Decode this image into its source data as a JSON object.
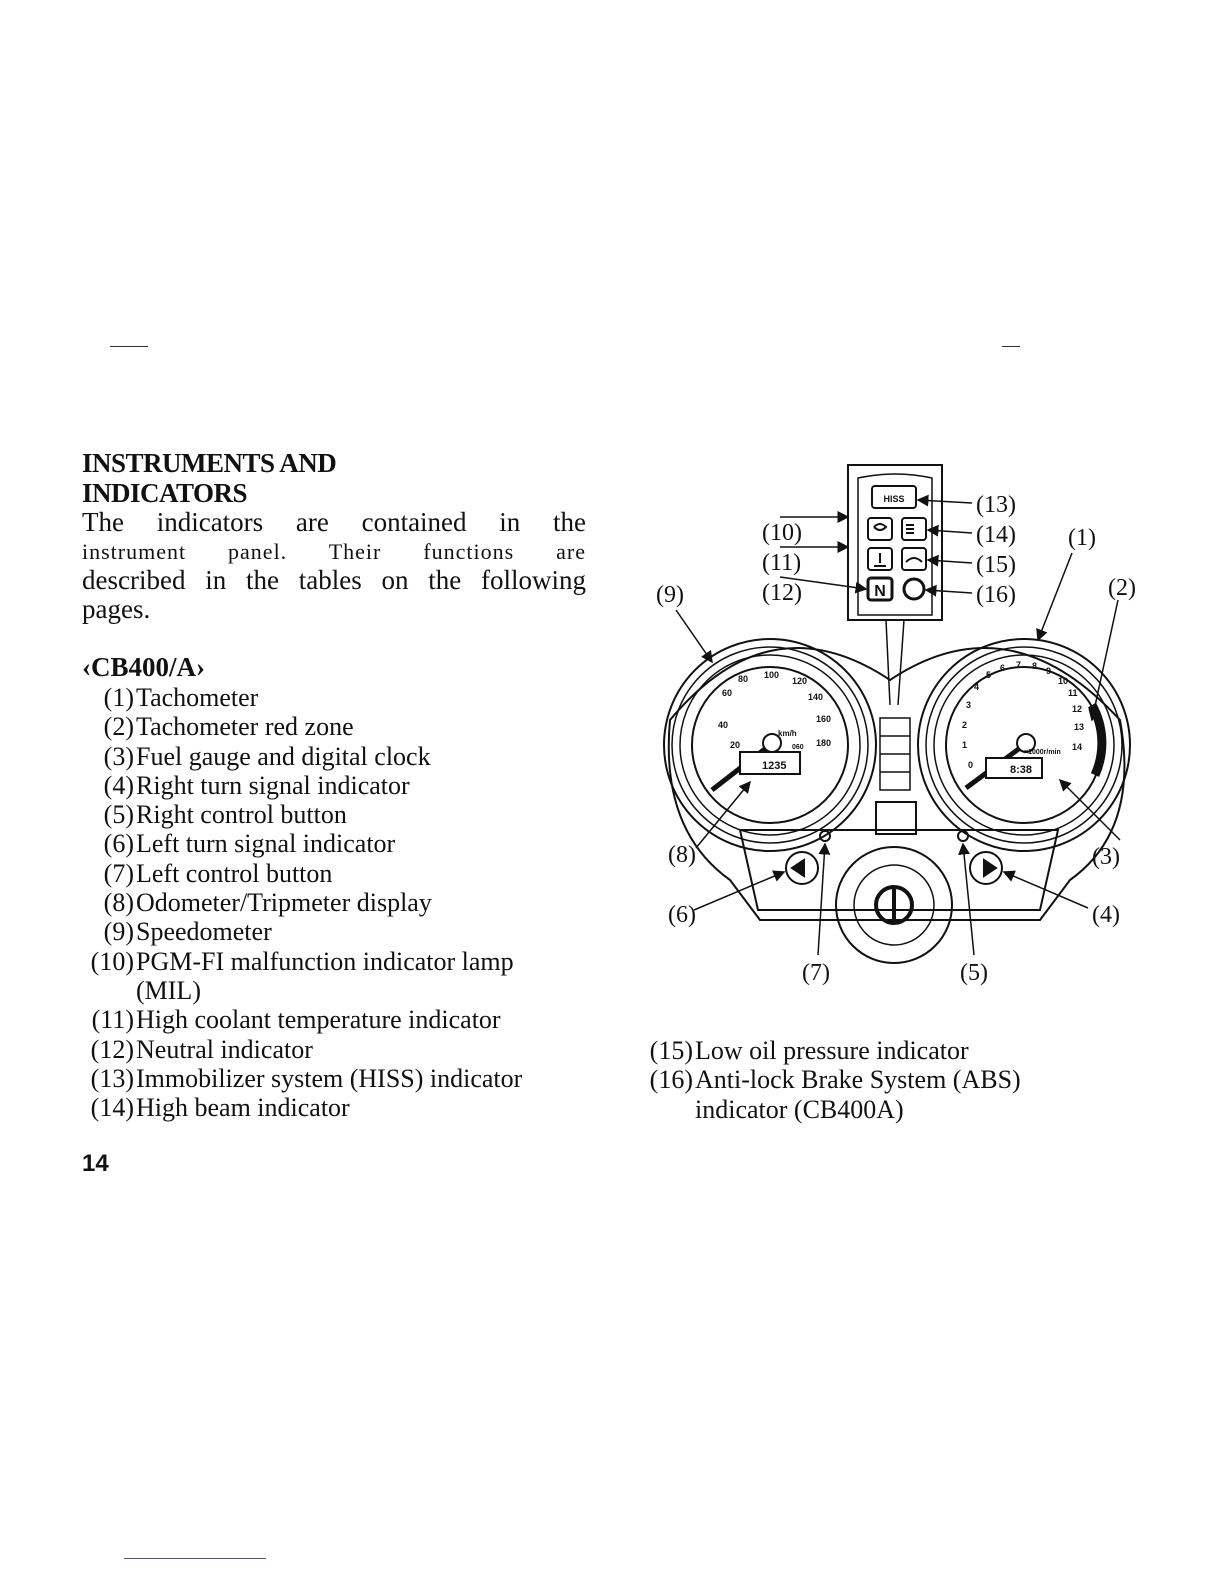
{
  "page": {
    "heading_line1": "INSTRUMENTS AND",
    "heading_line2": "INDICATORS",
    "intro_line1": "The indicators are contained in the",
    "intro_line2": "instrument panel. Their functions are",
    "intro_line3": "described in the tables on the following",
    "intro_line4": "pages.",
    "model": "‹CB400/A›",
    "page_number": "14"
  },
  "items": [
    {
      "num": "(1)",
      "text": "Tachometer"
    },
    {
      "num": "(2)",
      "text": "Tachometer red zone"
    },
    {
      "num": "(3)",
      "text": "Fuel gauge and digital clock"
    },
    {
      "num": "(4)",
      "text": "Right turn signal indicator"
    },
    {
      "num": "(5)",
      "text": "Right control button"
    },
    {
      "num": "(6)",
      "text": "Left turn signal indicator"
    },
    {
      "num": "(7)",
      "text": "Left control button"
    },
    {
      "num": "(8)",
      "text": "Odometer/Tripmeter display"
    },
    {
      "num": "(9)",
      "text": "Speedometer"
    },
    {
      "num": "(10)",
      "text": "PGM-FI malfunction indicator lamp"
    },
    {
      "num": "",
      "text": "(MIL)"
    },
    {
      "num": "(11)",
      "text": "High coolant temperature indicator"
    },
    {
      "num": "(12)",
      "text": "Neutral indicator"
    },
    {
      "num": "(13)",
      "text": "Immobilizer system (HISS) indicator"
    },
    {
      "num": "(14)",
      "text": "High beam indicator"
    }
  ],
  "items_right": [
    {
      "num": "(15)",
      "text": "Low oil pressure indicator"
    },
    {
      "num": "(16)",
      "text": "Anti-lock Brake System (ABS)"
    },
    {
      "num": "",
      "text": "indicator (CB400A)"
    }
  ],
  "figure": {
    "callouts": [
      "(1)",
      "(2)",
      "(3)",
      "(4)",
      "(5)",
      "(6)",
      "(7)",
      "(8)",
      "(9)",
      "(10)",
      "(11)",
      "(12)",
      "(13)",
      "(14)",
      "(15)",
      "(16)"
    ],
    "speedo_ticks": [
      "20",
      "40",
      "60",
      "80",
      "100",
      "120",
      "140",
      "160",
      "180"
    ],
    "speedo_unit": "km/h",
    "odometer": "1235",
    "trip": "060",
    "tacho_ticks": [
      "0",
      "1",
      "2",
      "3",
      "4",
      "5",
      "6",
      "7",
      "8",
      "9",
      "10",
      "11",
      "12",
      "13",
      "14"
    ],
    "tacho_unit": "×1000r/min",
    "clock": "8:38",
    "hiss_label": "HISS",
    "neutral_label": "N"
  }
}
